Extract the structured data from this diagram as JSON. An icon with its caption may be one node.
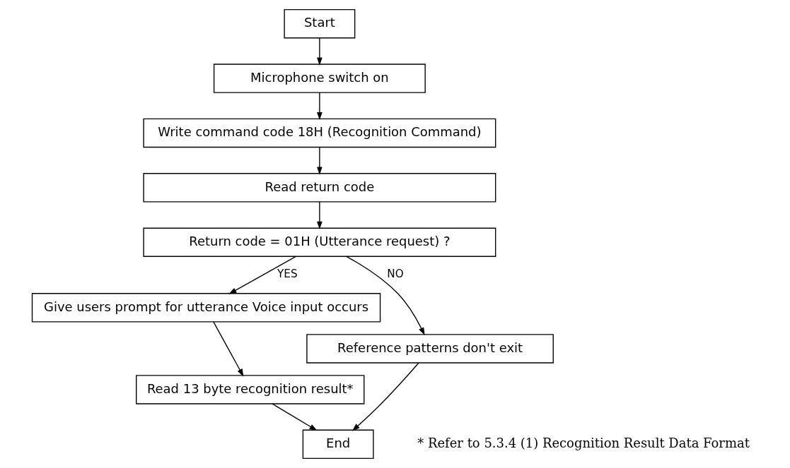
{
  "diagram": {
    "nodes": [
      {
        "text": [
          "Start"
        ]
      },
      {
        "text": [
          "Microphone switch on"
        ]
      },
      {
        "text": [
          "Write command code 18H (Recognition Command)"
        ]
      },
      {
        "text": [
          "Read return code"
        ]
      },
      {
        "text": [
          "Return code = 01H (Utterance request) ?"
        ]
      },
      {
        "text": [
          "Give users prompt for utterance Voice input occurs"
        ]
      },
      {
        "text": [
          "Reference patterns don't exit"
        ]
      },
      {
        "text": [
          "Read 13 byte recognition result*"
        ]
      },
      {
        "text": [
          "End"
        ]
      }
    ],
    "edges": [
      {
        "from": 0,
        "to": 1,
        "arrow": "to"
      },
      {
        "from": 1,
        "to": 2,
        "arrow": "to"
      },
      {
        "from": 2,
        "to": 3,
        "arrow": "to"
      },
      {
        "from": 3,
        "to": 4,
        "arrow": "to"
      },
      {
        "from": 4,
        "to": 5,
        "arrow": "to",
        "label": "YES"
      },
      {
        "from": 4,
        "to": 6,
        "arrow": "to",
        "label": "NO"
      },
      {
        "from": 5,
        "to": 7,
        "arrow": "to"
      },
      {
        "from": 7,
        "to": 8,
        "arrow": "to"
      },
      {
        "from": 6,
        "to": 8,
        "arrow": "to"
      }
    ],
    "labels": [
      "* Refer to 5.3.4 (1) Recognition Result Data Format"
    ]
  }
}
